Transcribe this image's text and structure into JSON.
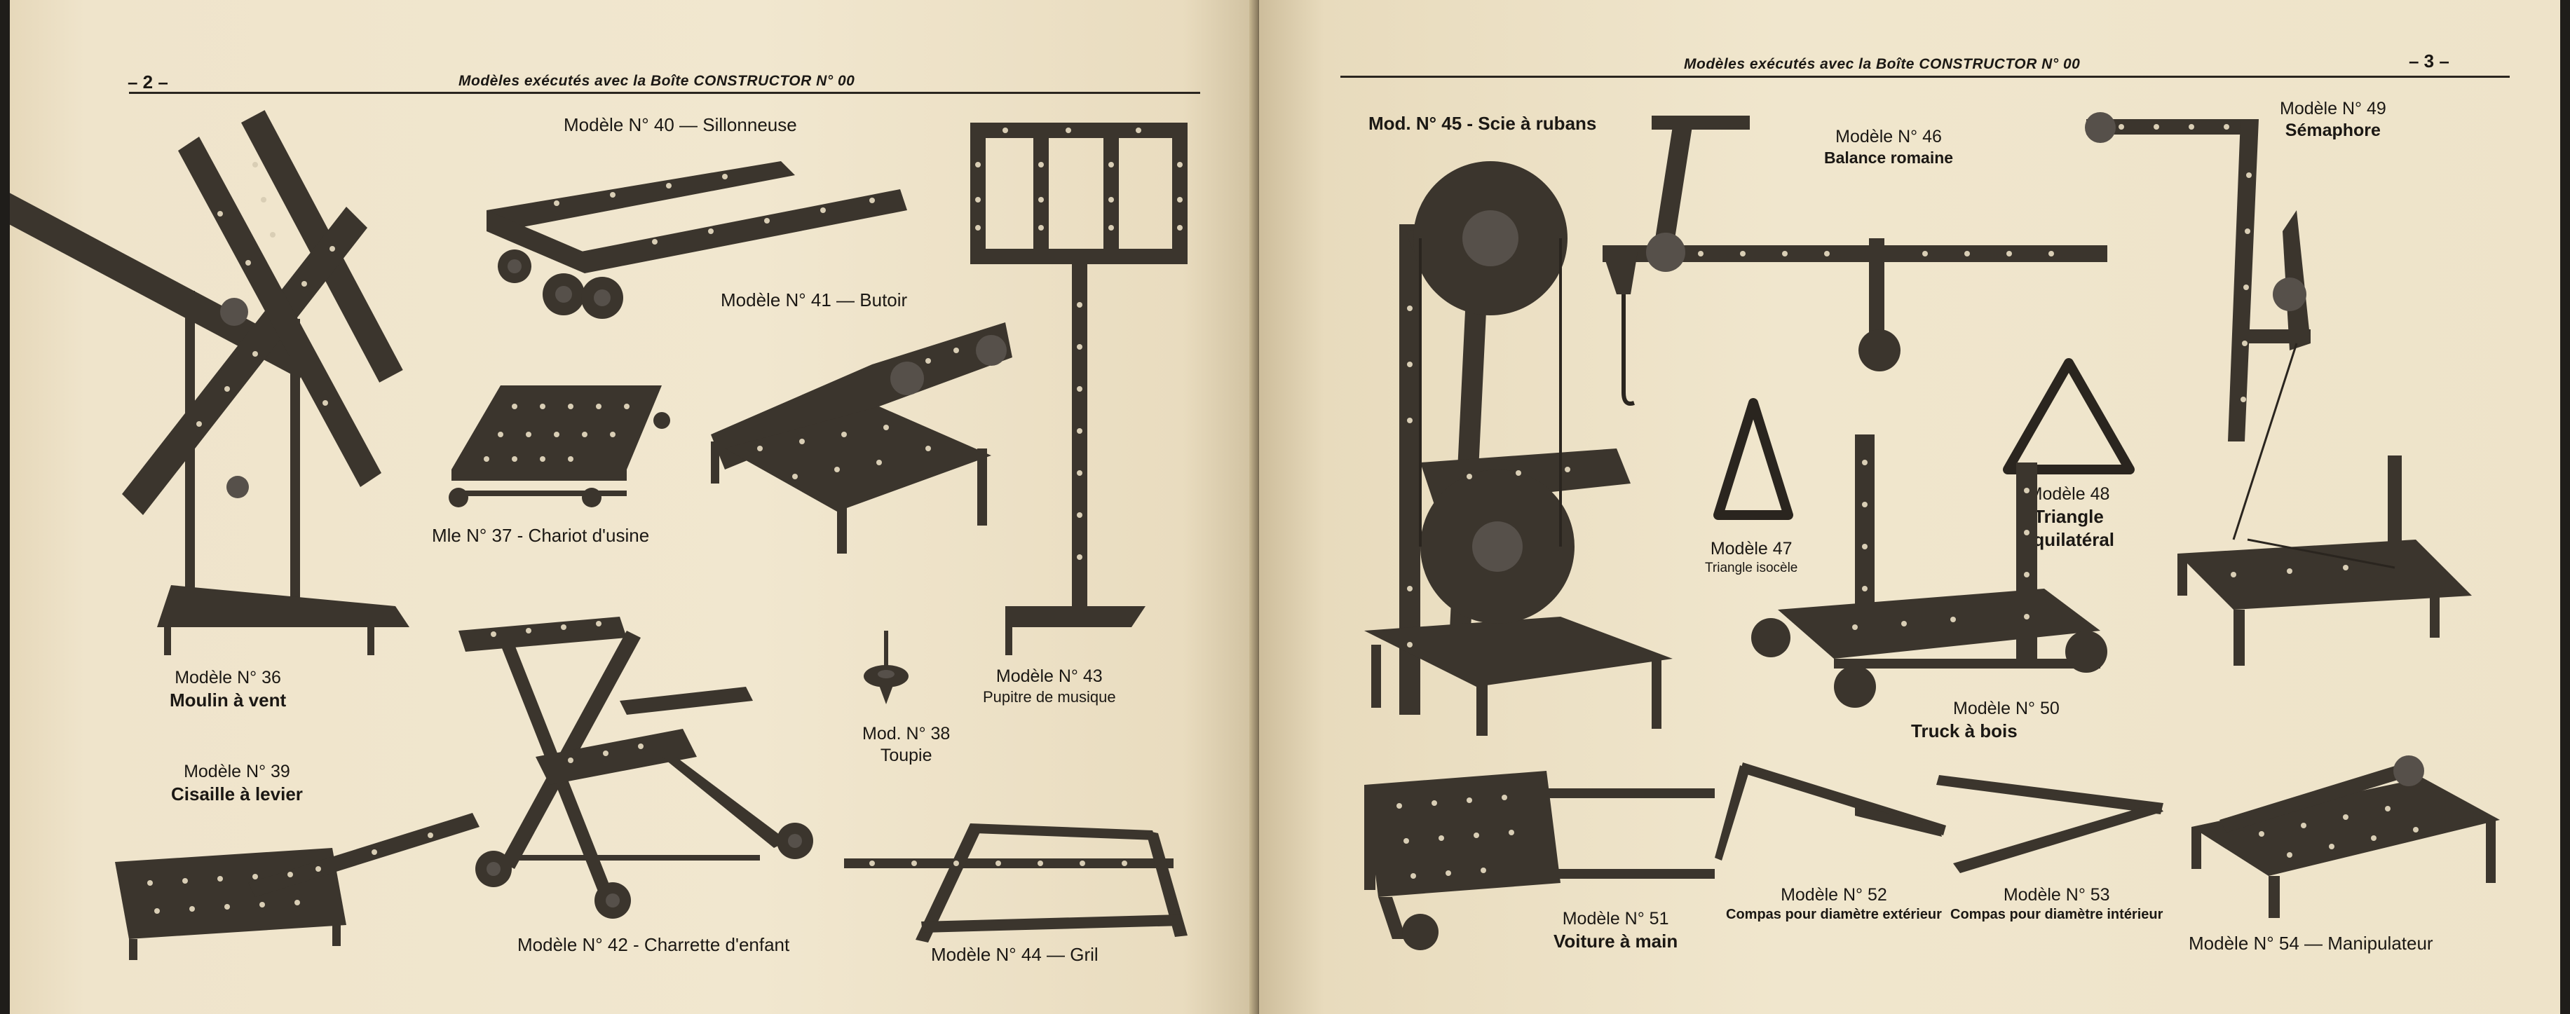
{
  "header": {
    "left_page_number": "– 2 –",
    "right_page_number": "– 3 –",
    "left_title": "Modèles exécutés avec la Boîte CONSTRUCTOR N° 00",
    "right_title": "Modèles exécutés avec la Boîte CONSTRUCTOR N° 00"
  },
  "left_models": [
    {
      "id": "36",
      "number": "Modèle N° 36",
      "name": "Moulin à vent"
    },
    {
      "id": "37",
      "number": "",
      "name": "Mle N° 37 - Chariot d'usine"
    },
    {
      "id": "39",
      "number": "Modèle N° 39",
      "name": "Cisaille à levier"
    },
    {
      "id": "40",
      "number": "",
      "name": "Modèle N° 40 — Sillonneuse"
    },
    {
      "id": "41",
      "number": "",
      "name": "Modèle N° 41 — Butoir"
    },
    {
      "id": "42",
      "number": "",
      "name": "Modèle N° 42 - Charrette d'enfant"
    },
    {
      "id": "38",
      "number": "Mod. N° 38",
      "name": "Toupie"
    },
    {
      "id": "43",
      "number": "Modèle N° 43",
      "name": "Pupitre de musique"
    },
    {
      "id": "44",
      "number": "",
      "name": "Modèle N° 44 — Gril"
    }
  ],
  "right_models": [
    {
      "id": "45",
      "number": "",
      "name": "Mod. N° 45 - Scie à rubans"
    },
    {
      "id": "46",
      "number": "Modèle N° 46",
      "name": "Balance romaine"
    },
    {
      "id": "49",
      "number": "Modèle N° 49",
      "name": "Sémaphore"
    },
    {
      "id": "47",
      "number": "Modèle 47",
      "name": "Triangle isocèle"
    },
    {
      "id": "48",
      "number": "Modèle 48",
      "name": "Triangle équilatéral"
    },
    {
      "id": "50",
      "number": "Modèle N° 50",
      "name": "Truck à bois"
    },
    {
      "id": "51",
      "number": "Modèle N° 51",
      "name": "Voiture à main"
    },
    {
      "id": "52",
      "number": "Modèle N° 52",
      "name": "Compas pour diamètre extérieur"
    },
    {
      "id": "53",
      "number": "Modèle N° 53",
      "name": "Compas pour diamètre intérieur"
    },
    {
      "id": "54",
      "number": "",
      "name": "Modèle N° 54 — Manipulateur"
    }
  ],
  "colors": {
    "paper": "#efe4cb",
    "ink": "#2a251f",
    "gutter": "#6f624c"
  }
}
